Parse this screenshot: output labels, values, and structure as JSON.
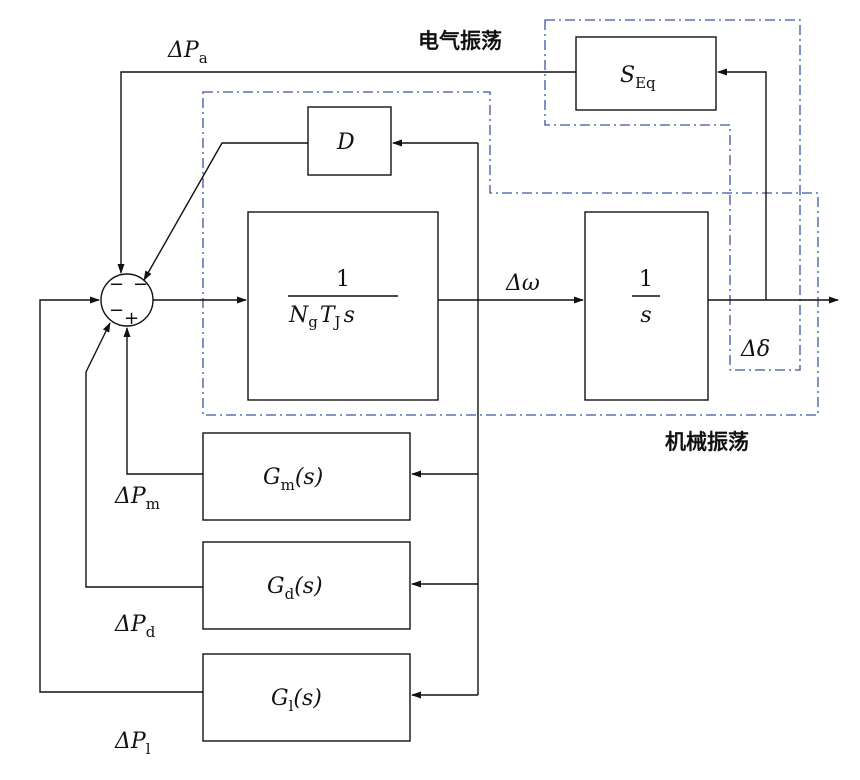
{
  "regions": {
    "electrical": "电气振荡",
    "mechanical": "机械振荡"
  },
  "blocks": {
    "seq": {
      "main": "S",
      "sub": "Eq"
    },
    "d": {
      "main": "D"
    },
    "inertia": {
      "num": "1",
      "den_n": "N",
      "den_n_sub": "g",
      "den_t": "T",
      "den_t_sub": "J",
      "den_s": "s"
    },
    "integrator": {
      "num": "1",
      "den": "s"
    },
    "gm": {
      "main": "G",
      "sub": "m",
      "arg": "(s)"
    },
    "gd": {
      "main": "G",
      "sub": "d",
      "arg": "(s)"
    },
    "gl": {
      "main": "G",
      "sub": "l",
      "arg": "(s)"
    }
  },
  "signals": {
    "pa": {
      "delta": "Δ",
      "main": "P",
      "sub": "a"
    },
    "pm": {
      "delta": "Δ",
      "main": "P",
      "sub": "m"
    },
    "pd": {
      "delta": "Δ",
      "main": "P",
      "sub": "d"
    },
    "pl": {
      "delta": "Δ",
      "main": "P",
      "sub": "l"
    },
    "omega": {
      "delta": "Δ",
      "main": "ω"
    },
    "delta": {
      "delta": "Δ",
      "main": "δ"
    }
  },
  "summing_junction": {
    "signs": [
      "−",
      "−",
      "−",
      "+"
    ]
  }
}
